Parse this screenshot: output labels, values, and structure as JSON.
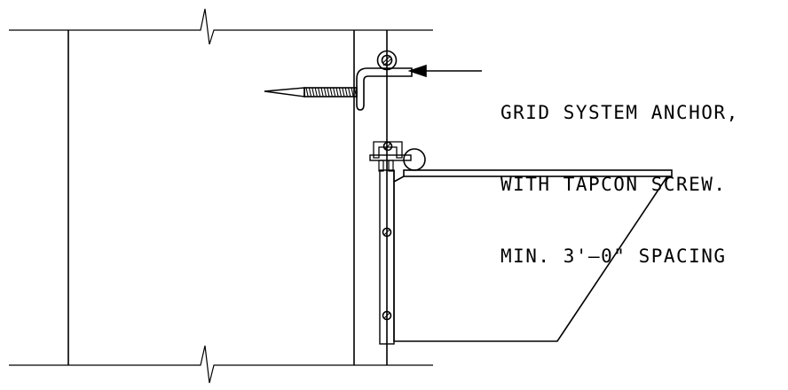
{
  "drawing": {
    "line_color": "#000000",
    "background": "#ffffff",
    "callout": {
      "lines": [
        "GRID SYSTEM ANCHOR,",
        "WITH TAPCON SCREW.",
        "MIN. 3'—0\" SPACING"
      ]
    }
  }
}
